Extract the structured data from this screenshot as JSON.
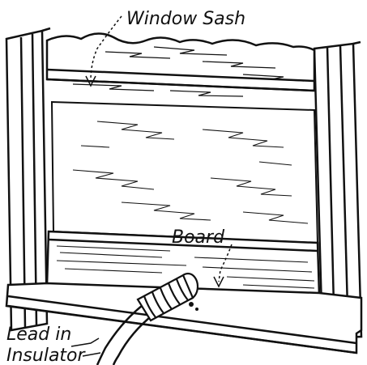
{
  "figure": {
    "labels": {
      "window_sash": "Window Sash",
      "board": "Board",
      "lead_in_line1": "Lead in",
      "lead_in_line2": "Insulator"
    },
    "colors": {
      "ink": "#111111",
      "paper": "#ffffff"
    }
  }
}
